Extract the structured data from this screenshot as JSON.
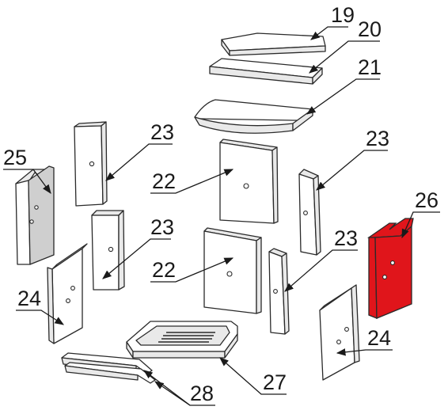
{
  "diagram": {
    "highlight_color": "#e0151b",
    "callouts": [
      {
        "id": "c19",
        "number": "19"
      },
      {
        "id": "c20",
        "number": "20"
      },
      {
        "id": "c21",
        "number": "21"
      },
      {
        "id": "c23a",
        "number": "23"
      },
      {
        "id": "c23b",
        "number": "23"
      },
      {
        "id": "c25",
        "number": "25"
      },
      {
        "id": "c22a",
        "number": "22"
      },
      {
        "id": "c26",
        "number": "26"
      },
      {
        "id": "c23c",
        "number": "23"
      },
      {
        "id": "c23d",
        "number": "23"
      },
      {
        "id": "c22b",
        "number": "22"
      },
      {
        "id": "c24a",
        "number": "24"
      },
      {
        "id": "c24b",
        "number": "24"
      },
      {
        "id": "c27",
        "number": "27"
      },
      {
        "id": "c28",
        "number": "28"
      }
    ]
  }
}
